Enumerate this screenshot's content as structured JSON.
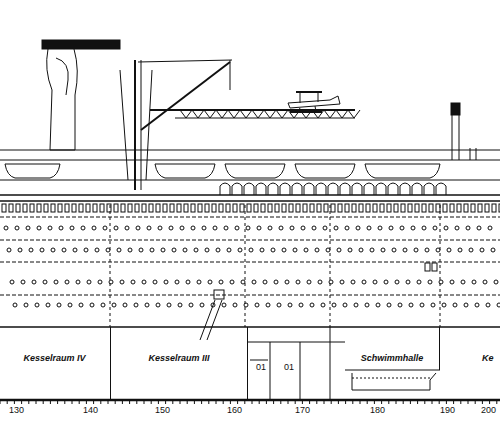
{
  "diagram": {
    "nodes": [
      {
        "text": [
          "Kesselraum IV"
        ]
      },
      {
        "text": [
          "Kesselraum III"
        ]
      },
      {
        "text": [
          "Schwimmhalle"
        ]
      },
      {
        "text": [
          "Ke"
        ]
      }
    ],
    "labels": [
      "01",
      "01",
      "130",
      "140",
      "150",
      "160",
      "170",
      "180",
      "190",
      "200"
    ]
  }
}
